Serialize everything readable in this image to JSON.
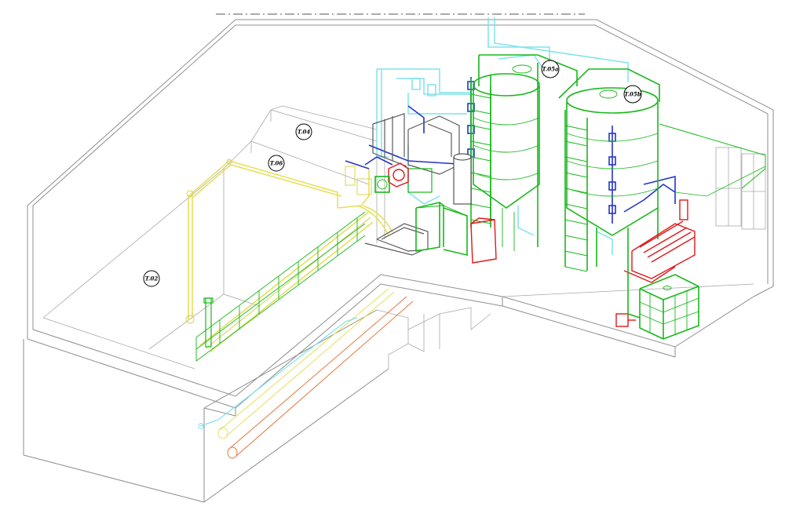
{
  "drawing": {
    "tanks": {
      "t02": "T.02",
      "t04": "T.04",
      "t06": "T.06",
      "t05a": "T.05a",
      "t05b": "T.05b"
    },
    "colors": {
      "structure": "#8e8e8e",
      "green_equipment": "#19b81b",
      "yellow_piping": "#e6e05a",
      "cyan_piping": "#7fe3ec",
      "blue_piping": "#2434c8",
      "red_equipment": "#e01818",
      "orange_pipe": "#e8743a"
    }
  }
}
